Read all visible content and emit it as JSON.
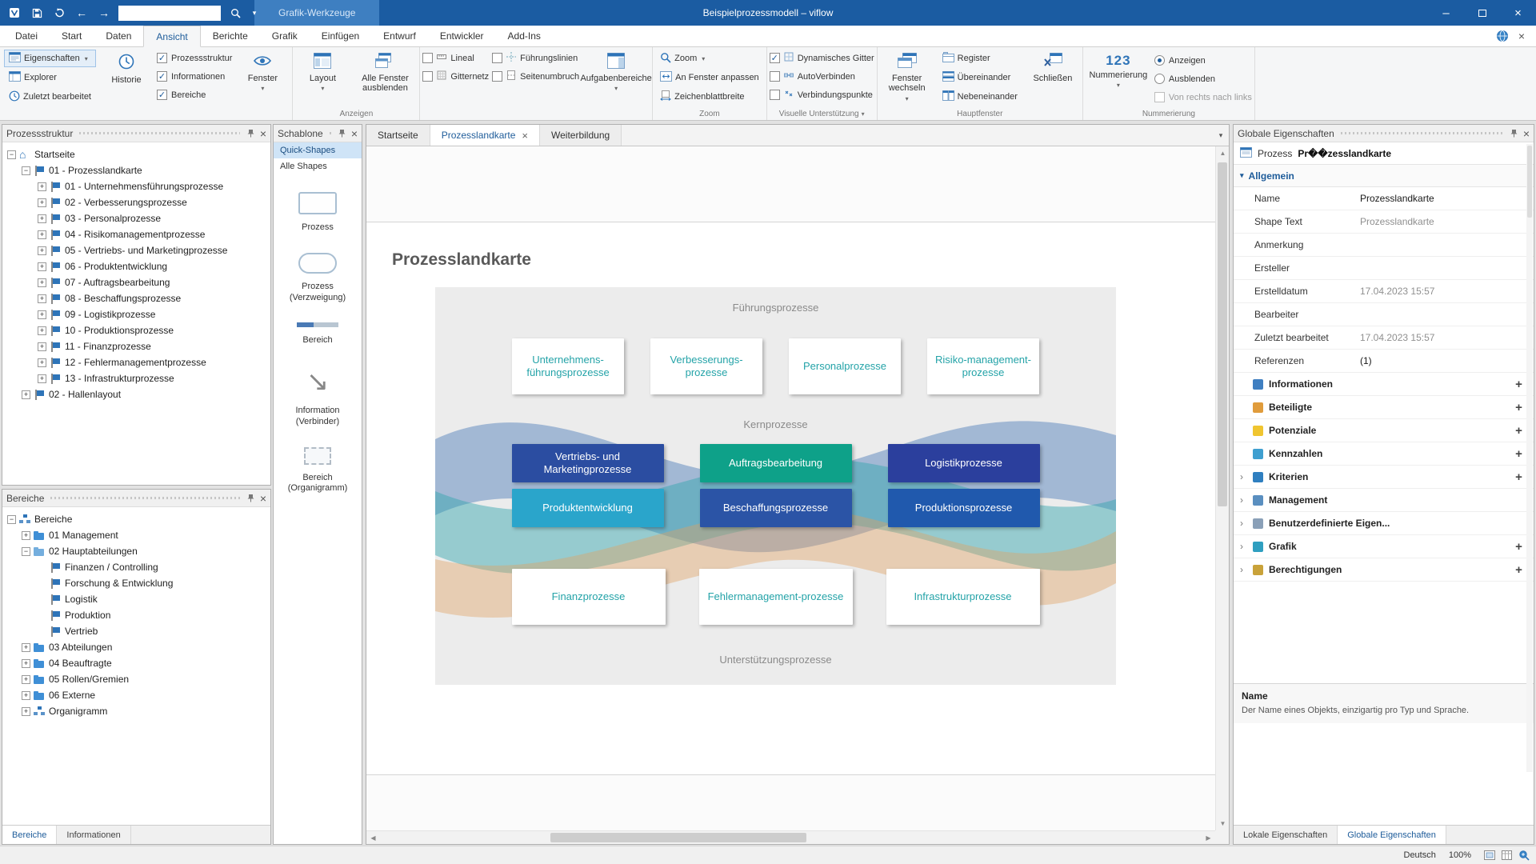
{
  "titlebar": {
    "title": "Beispielprozessmodell – viflow",
    "contextual_tab": "Grafik-Werkzeuge"
  },
  "menubar": {
    "tabs": [
      {
        "label": "Datei",
        "cls": ""
      },
      {
        "label": "Start",
        "cls": ""
      },
      {
        "label": "Daten",
        "cls": ""
      },
      {
        "label": "Ansicht",
        "cls": "active"
      },
      {
        "label": "Berichte",
        "cls": ""
      },
      {
        "label": "Grafik",
        "cls": ""
      },
      {
        "label": "Einfügen",
        "cls": ""
      },
      {
        "label": "Entwurf",
        "cls": ""
      },
      {
        "label": "Entwickler",
        "cls": ""
      },
      {
        "label": "Add-Ins",
        "cls": ""
      }
    ]
  },
  "ribbon": {
    "eigenschaften": "Eigenschaften",
    "explorer": "Explorer",
    "zuletzt_bearbeitet": "Zuletzt bearbeitet",
    "historie": "Historie",
    "cb_prozessstruktur": "Prozessstruktur",
    "cb_informationen": "Informationen",
    "cb_bereiche": "Bereiche",
    "fenster": "Fenster",
    "layout": "Layout",
    "alle_fenster_ausblenden": "Alle Fenster ausblenden",
    "group_anzeigen": "Anzeigen",
    "cb_lineal": "Lineal",
    "cb_gitternetz": "Gitternetz",
    "cb_fuehrungslinien": "Führungslinien",
    "cb_seitenumbruch": "Seitenumbruch",
    "aufgabenbereiche": "Aufgabenbereiche",
    "zoom": "Zoom",
    "an_fenster_anpassen": "An Fenster anpassen",
    "zeichenblattbreite": "Zeichenblattbreite",
    "group_zoom": "Zoom",
    "cb_dynamisches_gitter": "Dynamisches Gitter",
    "cb_autoverbinden": "AutoVerbinden",
    "cb_verbindungspunkte": "Verbindungspunkte",
    "group_visuelle": "Visuelle Unterstützung",
    "fenster_wechseln_1": "Fenster",
    "fenster_wechseln_2": "wechseln",
    "register": "Register",
    "uebereinander": "Übereinander",
    "nebeneinander": "Nebeneinander",
    "schliessen": "Schließen",
    "group_hauptfenster": "Hauptfenster",
    "num_123": "123",
    "nummerierung": "Nummerierung",
    "rb_anzeigen": "Anzeigen",
    "rb_ausblenden": "Ausblenden",
    "cb_von_rechts": "Von rechts nach links",
    "group_nummerierung": "Nummerierung"
  },
  "prozessstruktur": {
    "title": "Prozessstruktur",
    "items": [
      {
        "label": "Startseite",
        "lvl": "lvl0",
        "exp": "expm",
        "icon": "ic-home"
      },
      {
        "label": "01 - Prozesslandkarte",
        "lvl": "lvl1",
        "exp": "expm",
        "icon": "ic-flag"
      },
      {
        "label": "01 - Unternehmensführungsprozesse",
        "lvl": "lvl2",
        "exp": "expp",
        "icon": "ic-flag"
      },
      {
        "label": "02 - Verbesserungsprozesse",
        "lvl": "lvl2",
        "exp": "expp",
        "icon": "ic-flag"
      },
      {
        "label": "03 - Personalprozesse",
        "lvl": "lvl2",
        "exp": "expp",
        "icon": "ic-flag"
      },
      {
        "label": "04 - Risikomanagementprozesse",
        "lvl": "lvl2",
        "exp": "expp",
        "icon": "ic-flag"
      },
      {
        "label": "05 - Vertriebs- und Marketingprozesse",
        "lvl": "lvl2",
        "exp": "expp",
        "icon": "ic-flag"
      },
      {
        "label": "06 - Produktentwicklung",
        "lvl": "lvl2",
        "exp": "expp",
        "icon": "ic-flag"
      },
      {
        "label": "07 - Auftragsbearbeitung",
        "lvl": "lvl2",
        "exp": "expp",
        "icon": "ic-flag"
      },
      {
        "label": "08 - Beschaffungsprozesse",
        "lvl": "lvl2",
        "exp": "expp",
        "icon": "ic-flag"
      },
      {
        "label": "09 - Logistikprozesse",
        "lvl": "lvl2",
        "exp": "expp",
        "icon": "ic-flag"
      },
      {
        "label": "10 - Produktionsprozesse",
        "lvl": "lvl2",
        "exp": "expp",
        "icon": "ic-flag"
      },
      {
        "label": "11 - Finanzprozesse",
        "lvl": "lvl2",
        "exp": "expp",
        "icon": "ic-flag"
      },
      {
        "label": "12 - Fehlermanagementprozesse",
        "lvl": "lvl2",
        "exp": "expp",
        "icon": "ic-flag"
      },
      {
        "label": "13 - Infrastrukturprozesse",
        "lvl": "lvl2",
        "exp": "expp",
        "icon": "ic-flag"
      },
      {
        "label": "02 - Hallenlayout",
        "lvl": "lvl1",
        "exp": "expp",
        "icon": "ic-flag"
      }
    ]
  },
  "bereiche_panel": {
    "title": "Bereiche",
    "items": [
      {
        "label": "Bereiche",
        "lvl": "lvl0",
        "exp": "expm",
        "icon": "ic-org"
      },
      {
        "label": "01 Management",
        "lvl": "lvl1",
        "exp": "expp",
        "icon": "ic-folder"
      },
      {
        "label": "02 Hauptabteilungen",
        "lvl": "lvl1",
        "exp": "expm",
        "icon": "ic-folder-open"
      },
      {
        "label": "Finanzen / Controlling",
        "lvl": "lvl2",
        "exp": "expn",
        "icon": "ic-flag"
      },
      {
        "label": "Forschung & Entwicklung",
        "lvl": "lvl2",
        "exp": "expn",
        "icon": "ic-flag"
      },
      {
        "label": "Logistik",
        "lvl": "lvl2",
        "exp": "expn",
        "icon": "ic-flag"
      },
      {
        "label": "Produktion",
        "lvl": "lvl2",
        "exp": "expn",
        "icon": "ic-flag"
      },
      {
        "label": "Vertrieb",
        "lvl": "lvl2",
        "exp": "expn",
        "icon": "ic-flag"
      },
      {
        "label": "03 Abteilungen",
        "lvl": "lvl1",
        "exp": "expp",
        "icon": "ic-folder"
      },
      {
        "label": "04 Beauftragte",
        "lvl": "lvl1",
        "exp": "expp",
        "icon": "ic-folder"
      },
      {
        "label": "05 Rollen/Gremien",
        "lvl": "lvl1",
        "exp": "expp",
        "icon": "ic-folder"
      },
      {
        "label": "06 Externe",
        "lvl": "lvl1",
        "exp": "expp",
        "icon": "ic-folder"
      },
      {
        "label": "Organigramm",
        "lvl": "lvl1",
        "exp": "expp",
        "icon": "ic-org"
      }
    ],
    "tabs": [
      {
        "label": "Bereiche",
        "cls": "active"
      },
      {
        "label": "Informationen",
        "cls": ""
      }
    ]
  },
  "schablone": {
    "title": "Schablone",
    "tabs": [
      {
        "label": "Quick-Shapes",
        "cls": "active"
      },
      {
        "label": "Alle Shapes",
        "cls": ""
      }
    ],
    "shapes": [
      {
        "label": "Prozess",
        "shape": "sh-rect"
      },
      {
        "label": "Prozess (Verzweigung)",
        "shape": "sh-stadium"
      },
      {
        "label": "Bereich",
        "shape": "sh-bar"
      },
      {
        "label": "Information (Verbinder)",
        "shape": "sh-conn"
      },
      {
        "label": "Bereich (Organigramm)",
        "shape": "sh-org"
      }
    ]
  },
  "canvas": {
    "tabs": [
      {
        "label": "Startseite",
        "cls": "",
        "close": ""
      },
      {
        "label": "Prozesslandkarte",
        "cls": "active",
        "close": "×"
      },
      {
        "label": "Weiterbildung",
        "cls": "",
        "close": ""
      }
    ],
    "page_title": "Prozesslandkarte"
  },
  "diagram": {
    "top_label": "Führungsprozesse",
    "mid_label": "Kernprozesse",
    "bottom_label": "Unterstützungsprozesse",
    "accent_text_color": "#24a3a8",
    "row1": [
      {
        "label": "Unternehmens-führungsprozesse"
      },
      {
        "label": "Verbesserungs-prozesse"
      },
      {
        "label": "Personalprozesse"
      },
      {
        "label": "Risiko-management-prozesse"
      }
    ],
    "row2": [
      {
        "label": "Vertriebs- und Marketingprozesse",
        "color": "#2b4da1"
      },
      {
        "label": "Auftragsbearbeitung",
        "color": "#0ea189"
      },
      {
        "label": "Logistikprozesse",
        "color": "#2b3f9d"
      }
    ],
    "row3": [
      {
        "label": "Produktentwicklung",
        "color": "#2aa5cb"
      },
      {
        "label": "Beschaffungsprozesse",
        "color": "#2b54a6"
      },
      {
        "label": "Produktionsprozesse",
        "color": "#2059ad"
      }
    ],
    "row4": [
      {
        "label": "Finanzprozesse"
      },
      {
        "label": "Fehlermanagement-prozesse"
      },
      {
        "label": "Infrastrukturprozesse"
      }
    ]
  },
  "properties": {
    "title": "Globale Eigenschaften",
    "object_type": "Prozess",
    "object_name": "Pr��zesslandkarte",
    "section_allgemein": "Allgemein",
    "rows": [
      {
        "label": "Name",
        "value": "Prozesslandkarte",
        "vcls": "v-dark"
      },
      {
        "label": "Shape Text",
        "value": "Prozesslandkarte",
        "vcls": "v-gray"
      },
      {
        "label": "Anmerkung",
        "value": "",
        "vcls": ""
      },
      {
        "label": "Ersteller",
        "value": "",
        "vcls": ""
      },
      {
        "label": "Erstelldatum",
        "value": "17.04.2023 15:57",
        "vcls": "v-gray"
      },
      {
        "label": "Bearbeiter",
        "value": "",
        "vcls": ""
      },
      {
        "label": "Zuletzt bearbeitet",
        "value": "17.04.2023 15:57",
        "vcls": "v-gray"
      },
      {
        "label": "Referenzen",
        "value": "(1)",
        "vcls": "v-dark"
      }
    ],
    "sections": [
      {
        "label": "Informationen",
        "icon": "si-doc",
        "chev": "",
        "plus": "+"
      },
      {
        "label": "Beteiligte",
        "icon": "si-people",
        "chev": "",
        "plus": "+"
      },
      {
        "label": "Potenziale",
        "icon": "si-bulb",
        "chev": "",
        "plus": "+"
      },
      {
        "label": "Kennzahlen",
        "icon": "si-gauge",
        "chev": "",
        "plus": "+"
      },
      {
        "label": "Kriterien",
        "icon": "si-globe",
        "chev": "›",
        "plus": "+"
      },
      {
        "label": "Management",
        "icon": "si-mgmt",
        "chev": "›",
        "plus": ""
      },
      {
        "label": "Benutzerdefinierte Eigen...",
        "icon": "si-table",
        "chev": "›",
        "plus": ""
      },
      {
        "label": "Grafik",
        "icon": "si-chart",
        "chev": "›",
        "plus": "+"
      },
      {
        "label": "Berechtigungen",
        "icon": "si-key",
        "chev": "›",
        "plus": "+"
      }
    ],
    "footer_title": "Name",
    "footer_desc": "Der Name eines Objekts, einzigartig pro Typ und Sprache.",
    "tabs": [
      {
        "label": "Lokale Eigenschaften",
        "cls": ""
      },
      {
        "label": "Globale Eigenschaften",
        "cls": "active"
      }
    ]
  },
  "statusbar": {
    "language": "Deutsch",
    "zoom": "100%"
  }
}
